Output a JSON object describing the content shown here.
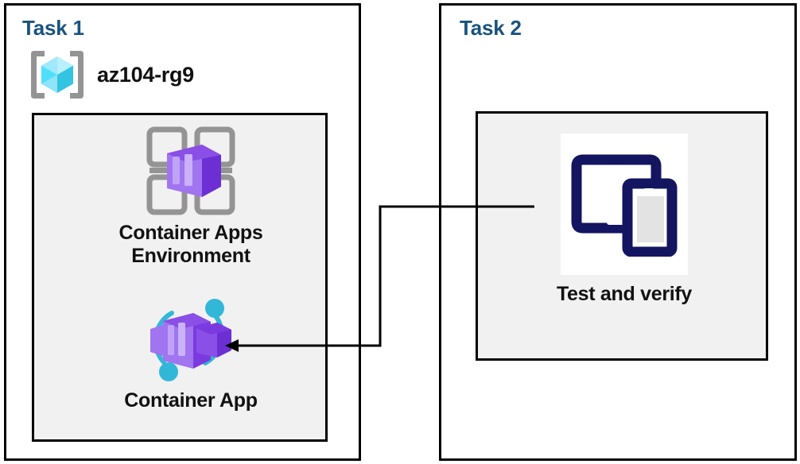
{
  "diagram": {
    "title": "Azure Container Apps lab task diagram",
    "background_color": "#ffffff",
    "panel_border_color": "#000000",
    "inner_panel_fill": "#f1f1f1",
    "task_title_color": "#18537e",
    "label_color": "#111111",
    "connector_color": "#000000"
  },
  "task1": {
    "title": "Task 1",
    "resource_group": {
      "icon": "resource-group-icon",
      "label": "az104-rg9"
    },
    "nodes": [
      {
        "id": "container-apps-environment",
        "icon": "container-apps-environment-icon",
        "label": "Container Apps\nEnvironment"
      },
      {
        "id": "container-app",
        "icon": "container-app-icon",
        "label": "Container App"
      }
    ]
  },
  "task2": {
    "title": "Task 2",
    "nodes": [
      {
        "id": "test-and-verify",
        "icon": "test-and-verify-devices-icon",
        "label": "Test and verify"
      }
    ]
  },
  "connector": {
    "id": "test-to-container-app-arrow",
    "from": "test-and-verify",
    "to": "container-app",
    "arrowhead": "left",
    "stroke": "#000000",
    "stroke_width": 3
  },
  "icon_colors": {
    "resource_group_bracket": "#949494",
    "resource_group_cube_light": "#9fe9fb",
    "resource_group_cube_mid": "#50dffb",
    "resource_group_cube_dark": "#32c4e0",
    "container_grid": "#949494",
    "container_purple_light": "#a174f0",
    "container_purple_mid": "#8a4fe6",
    "container_purple_dark": "#6b2fd4",
    "container_app_accent": "#32b7d8",
    "device_navy": "#131561",
    "device_screen_gray": "#e3e3e3"
  }
}
